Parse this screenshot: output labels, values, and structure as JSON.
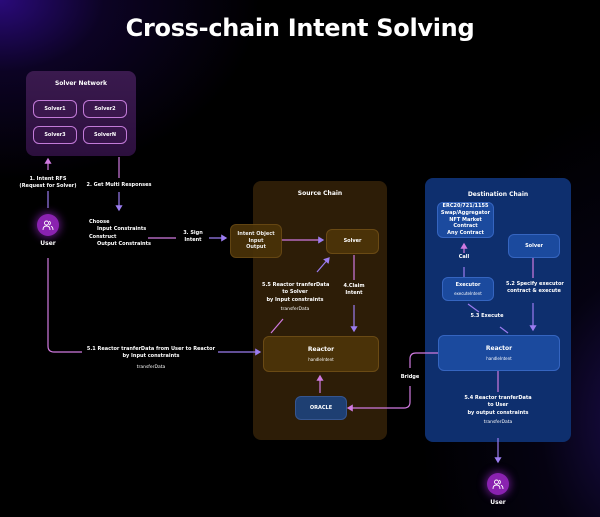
{
  "title": "Cross-chain Intent Solving",
  "solver_network": {
    "title": "Solver Network",
    "solvers": [
      "Solver1",
      "Solver2",
      "Solver3",
      "SolverN"
    ]
  },
  "user_left": {
    "label": "User",
    "icon": "users-icon"
  },
  "user_right": {
    "label": "User",
    "icon": "users-icon"
  },
  "steps": {
    "step1": [
      "1. Intent RFS",
      "(Request for Solver)"
    ],
    "step2": "2. Get Multi Responses",
    "choose": [
      "Choose",
      "Input Constraints",
      "Construct",
      "Output Constraints"
    ],
    "step3": [
      "3. Sign",
      "Intent"
    ],
    "step4": [
      "4.Claim",
      "Intent"
    ],
    "step5_1": [
      "5.1 Reactor tranferData from User to Reactor",
      "by Input constraints"
    ],
    "step5_1_sub": "transferData",
    "step5_2": [
      "5.2 Specify executor",
      "contract & execute"
    ],
    "step5_3": "5.3 Execute",
    "step5_4": [
      "5.4 Reactor tranferData",
      "to User",
      "by output constraints"
    ],
    "step5_4_sub": "transferData",
    "step5_5": [
      "5.5 Reactor tranferData",
      "to Solver",
      "by Input constraints"
    ],
    "step5_5_sub": "transferData",
    "bridge": "Bridge",
    "call": "Call"
  },
  "intent_object": {
    "lines": [
      "Intent Object",
      "Input",
      "Output"
    ]
  },
  "source_chain": {
    "title": "Source Chain",
    "solver": "Solver",
    "reactor": {
      "title": "Reactor",
      "sub": "handleIntent"
    },
    "oracle": "ORACLE"
  },
  "destination_chain": {
    "title": "Destination Chain",
    "contracts": [
      "ERC20/721/1155",
      "Swap/Aggregator",
      "NFT Market Contract",
      "Any Contract"
    ],
    "solver": "Solver",
    "executor": {
      "title": "Executor",
      "sub": "executeIntent"
    },
    "reactor": {
      "title": "Reactor",
      "sub": "handleIntent"
    }
  },
  "colors": {
    "pink_line": "#d07ae0",
    "violet_line": "#9b7cf0",
    "source_bg": "#2d1d07",
    "dest_bg": "#0e2f6e",
    "user_bg": "#8a22b0"
  }
}
